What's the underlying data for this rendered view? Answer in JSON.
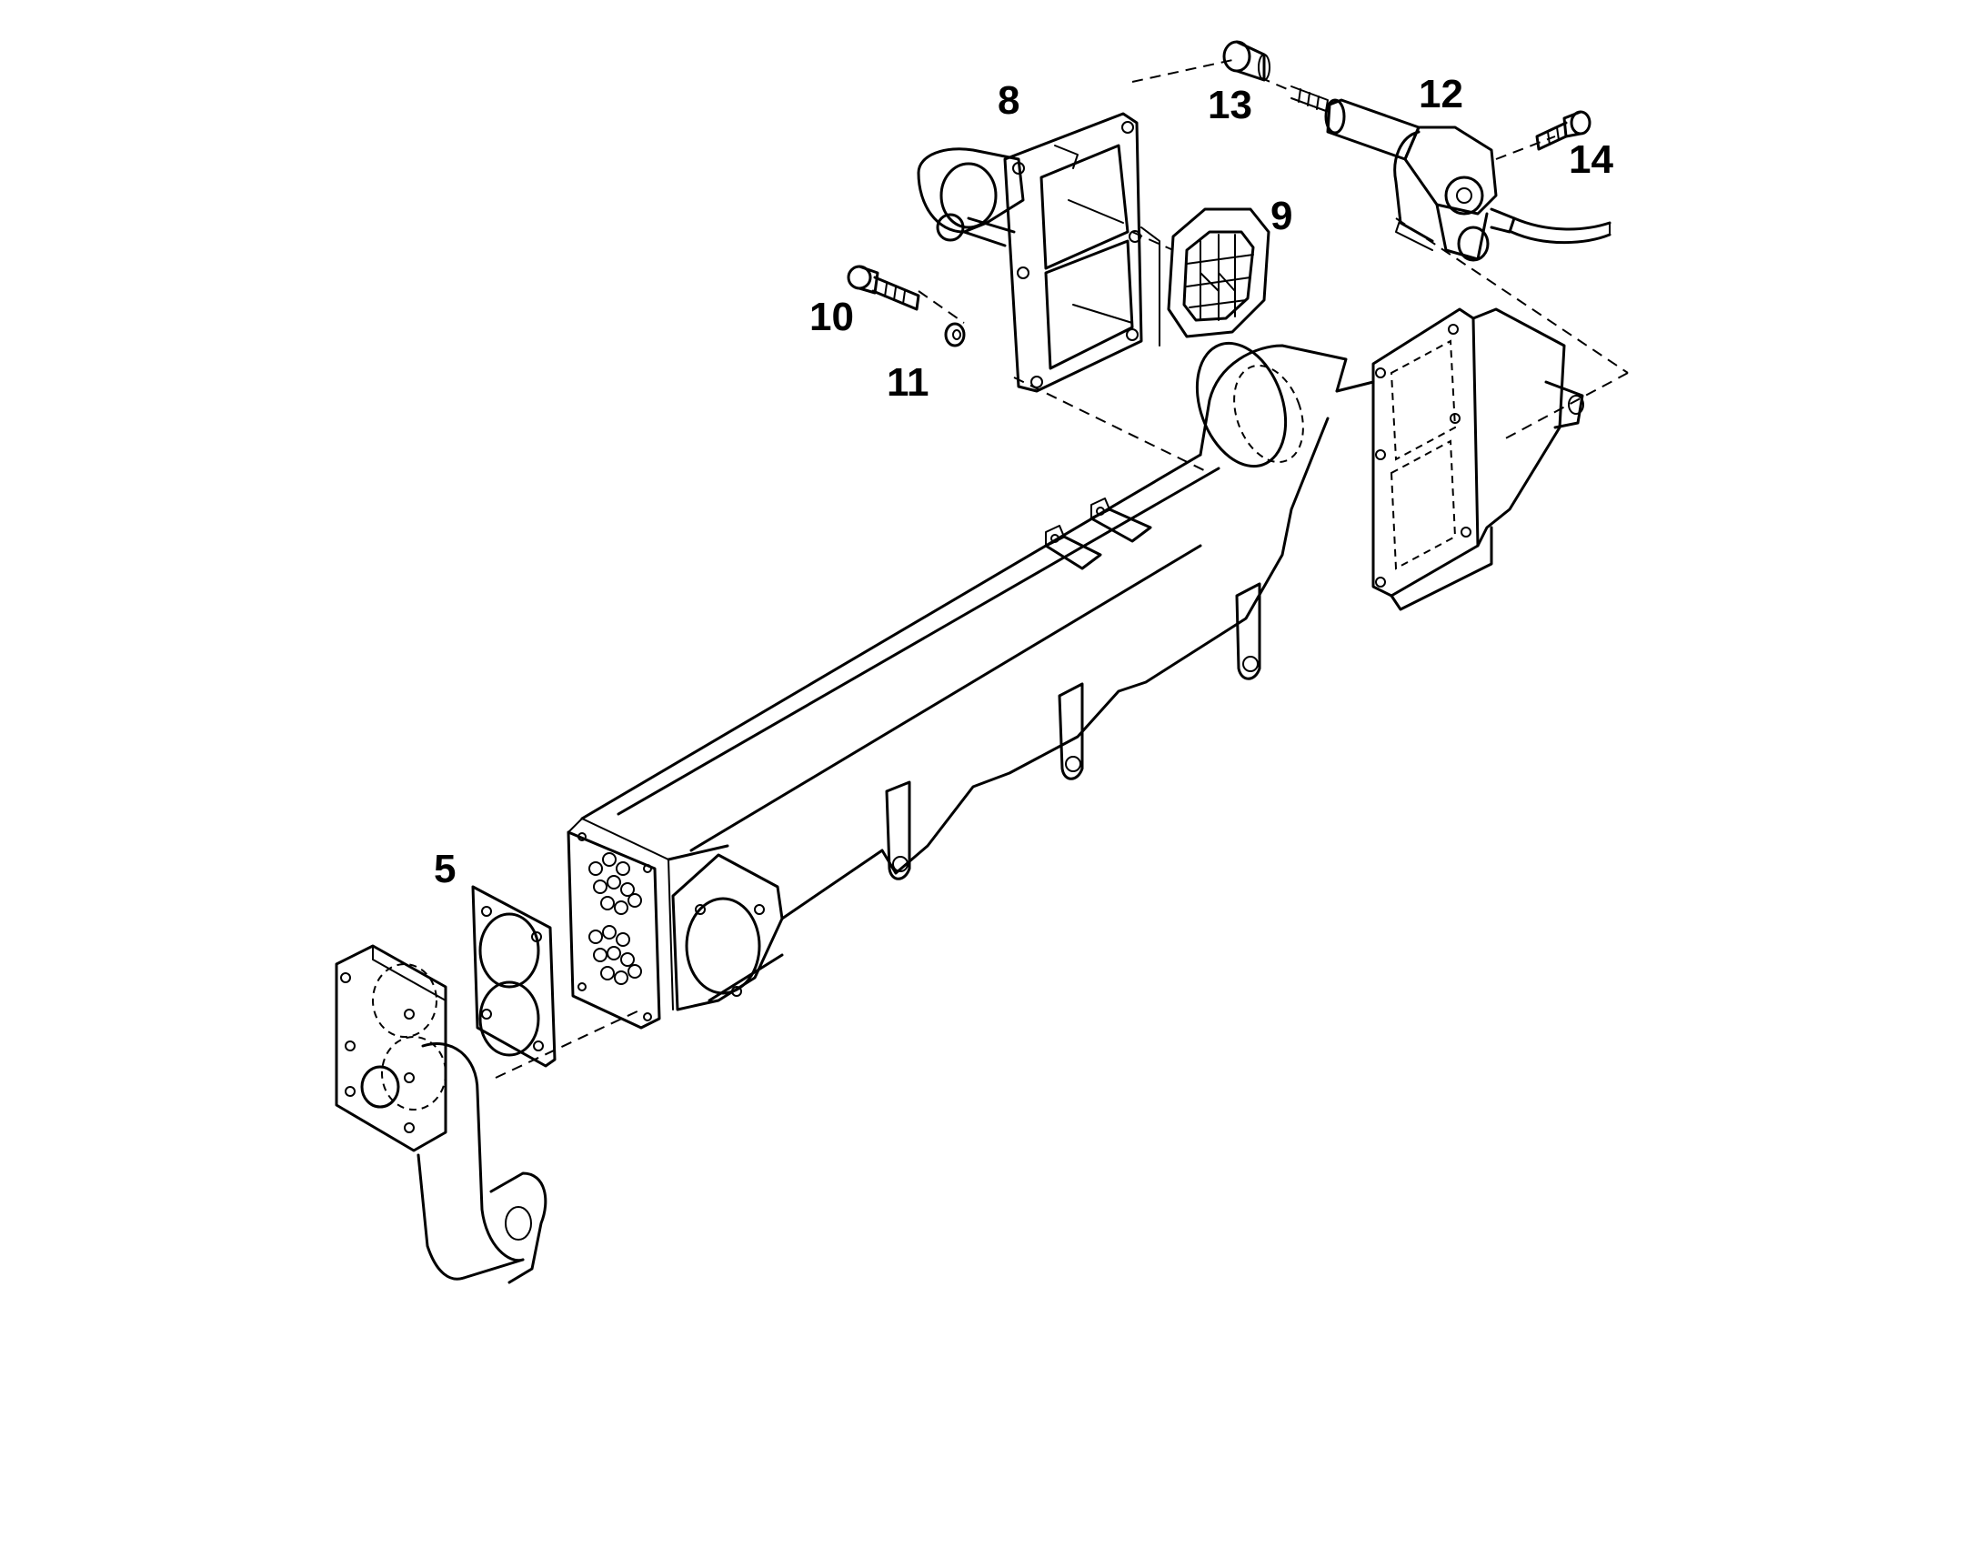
{
  "callouts": {
    "c5": "5",
    "c8": "8",
    "c9": "9",
    "c10": "10",
    "c11": "11",
    "c12": "12",
    "c13": "13",
    "c14": "14"
  },
  "colors": {
    "line": "#000000",
    "background": "#ffffff"
  }
}
